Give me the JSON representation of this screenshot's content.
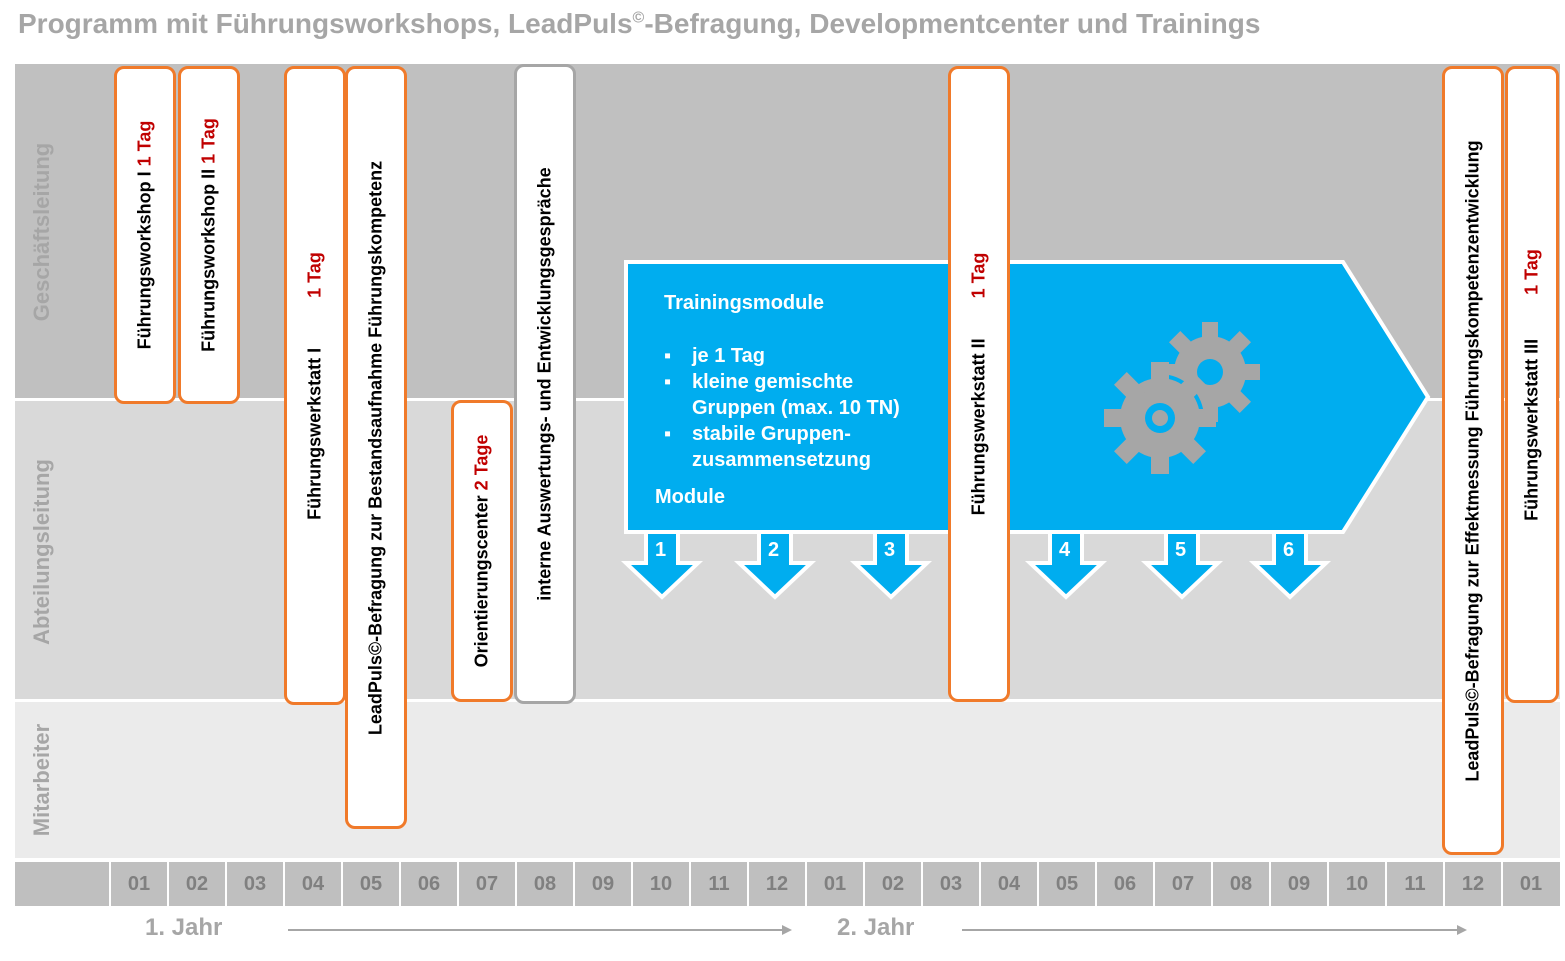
{
  "title": {
    "prefix": "Programm mit Führungsworkshops, LeadPuls",
    "sup": "©",
    "suffix": "-Befragung, Developmentcenter und Trainings"
  },
  "lanes": {
    "gl": "Geschäftsleitung",
    "al": "Abteilungsleitung",
    "ma": "Mitarbeiter"
  },
  "colors": {
    "lane_gl": "#c0c0c0",
    "lane_al": "#d9d9d9",
    "lane_ma": "#ebebeb",
    "accent": "#f07a2a",
    "training": "#00adef",
    "red": "#c00000"
  },
  "months": [
    "01",
    "02",
    "03",
    "04",
    "05",
    "06",
    "07",
    "08",
    "09",
    "10",
    "11",
    "12",
    "01",
    "02",
    "03",
    "04",
    "05",
    "06",
    "07",
    "08",
    "09",
    "10",
    "11",
    "12",
    "01"
  ],
  "years": {
    "y1": "1. Jahr",
    "y2": "2. Jahr"
  },
  "boxes": {
    "fw1": {
      "label": "Führungsworkshop I ",
      "duration": "1 Tag"
    },
    "fw2": {
      "label": "Führungsworkshop II ",
      "duration": "1 Tag"
    },
    "fws1": {
      "label": "Führungswerkstatt I",
      "duration": "1 Tag"
    },
    "lp1": {
      "label": "LeadPuls©-Befragung zur  Bestandsaufnahme Führungskompetenz"
    },
    "oc": {
      "label": "Orientierungscenter  ",
      "duration": "2 Tage"
    },
    "ae": {
      "label": "interne Auswertungs- und Entwicklungsgespräche"
    },
    "fws2": {
      "label": "Führungswerkstatt II",
      "duration": "1 Tag"
    },
    "lp2": {
      "label": "LeadPuls©-Befragung zur  Effektmessung Führungskompetenzentwicklung"
    },
    "fws3": {
      "label": "Führungswerkstatt III",
      "duration": "1 Tag"
    }
  },
  "training": {
    "heading": "Trainingsmodule",
    "bullets": [
      "je 1 Tag",
      "kleine gemischte Gruppen (max. 10 TN)",
      "stabile Gruppen-zusammensetzung"
    ],
    "modules_label": "Module",
    "modules": [
      "1",
      "2",
      "3",
      "4",
      "5",
      "6"
    ],
    "icon": "gears-icon"
  }
}
